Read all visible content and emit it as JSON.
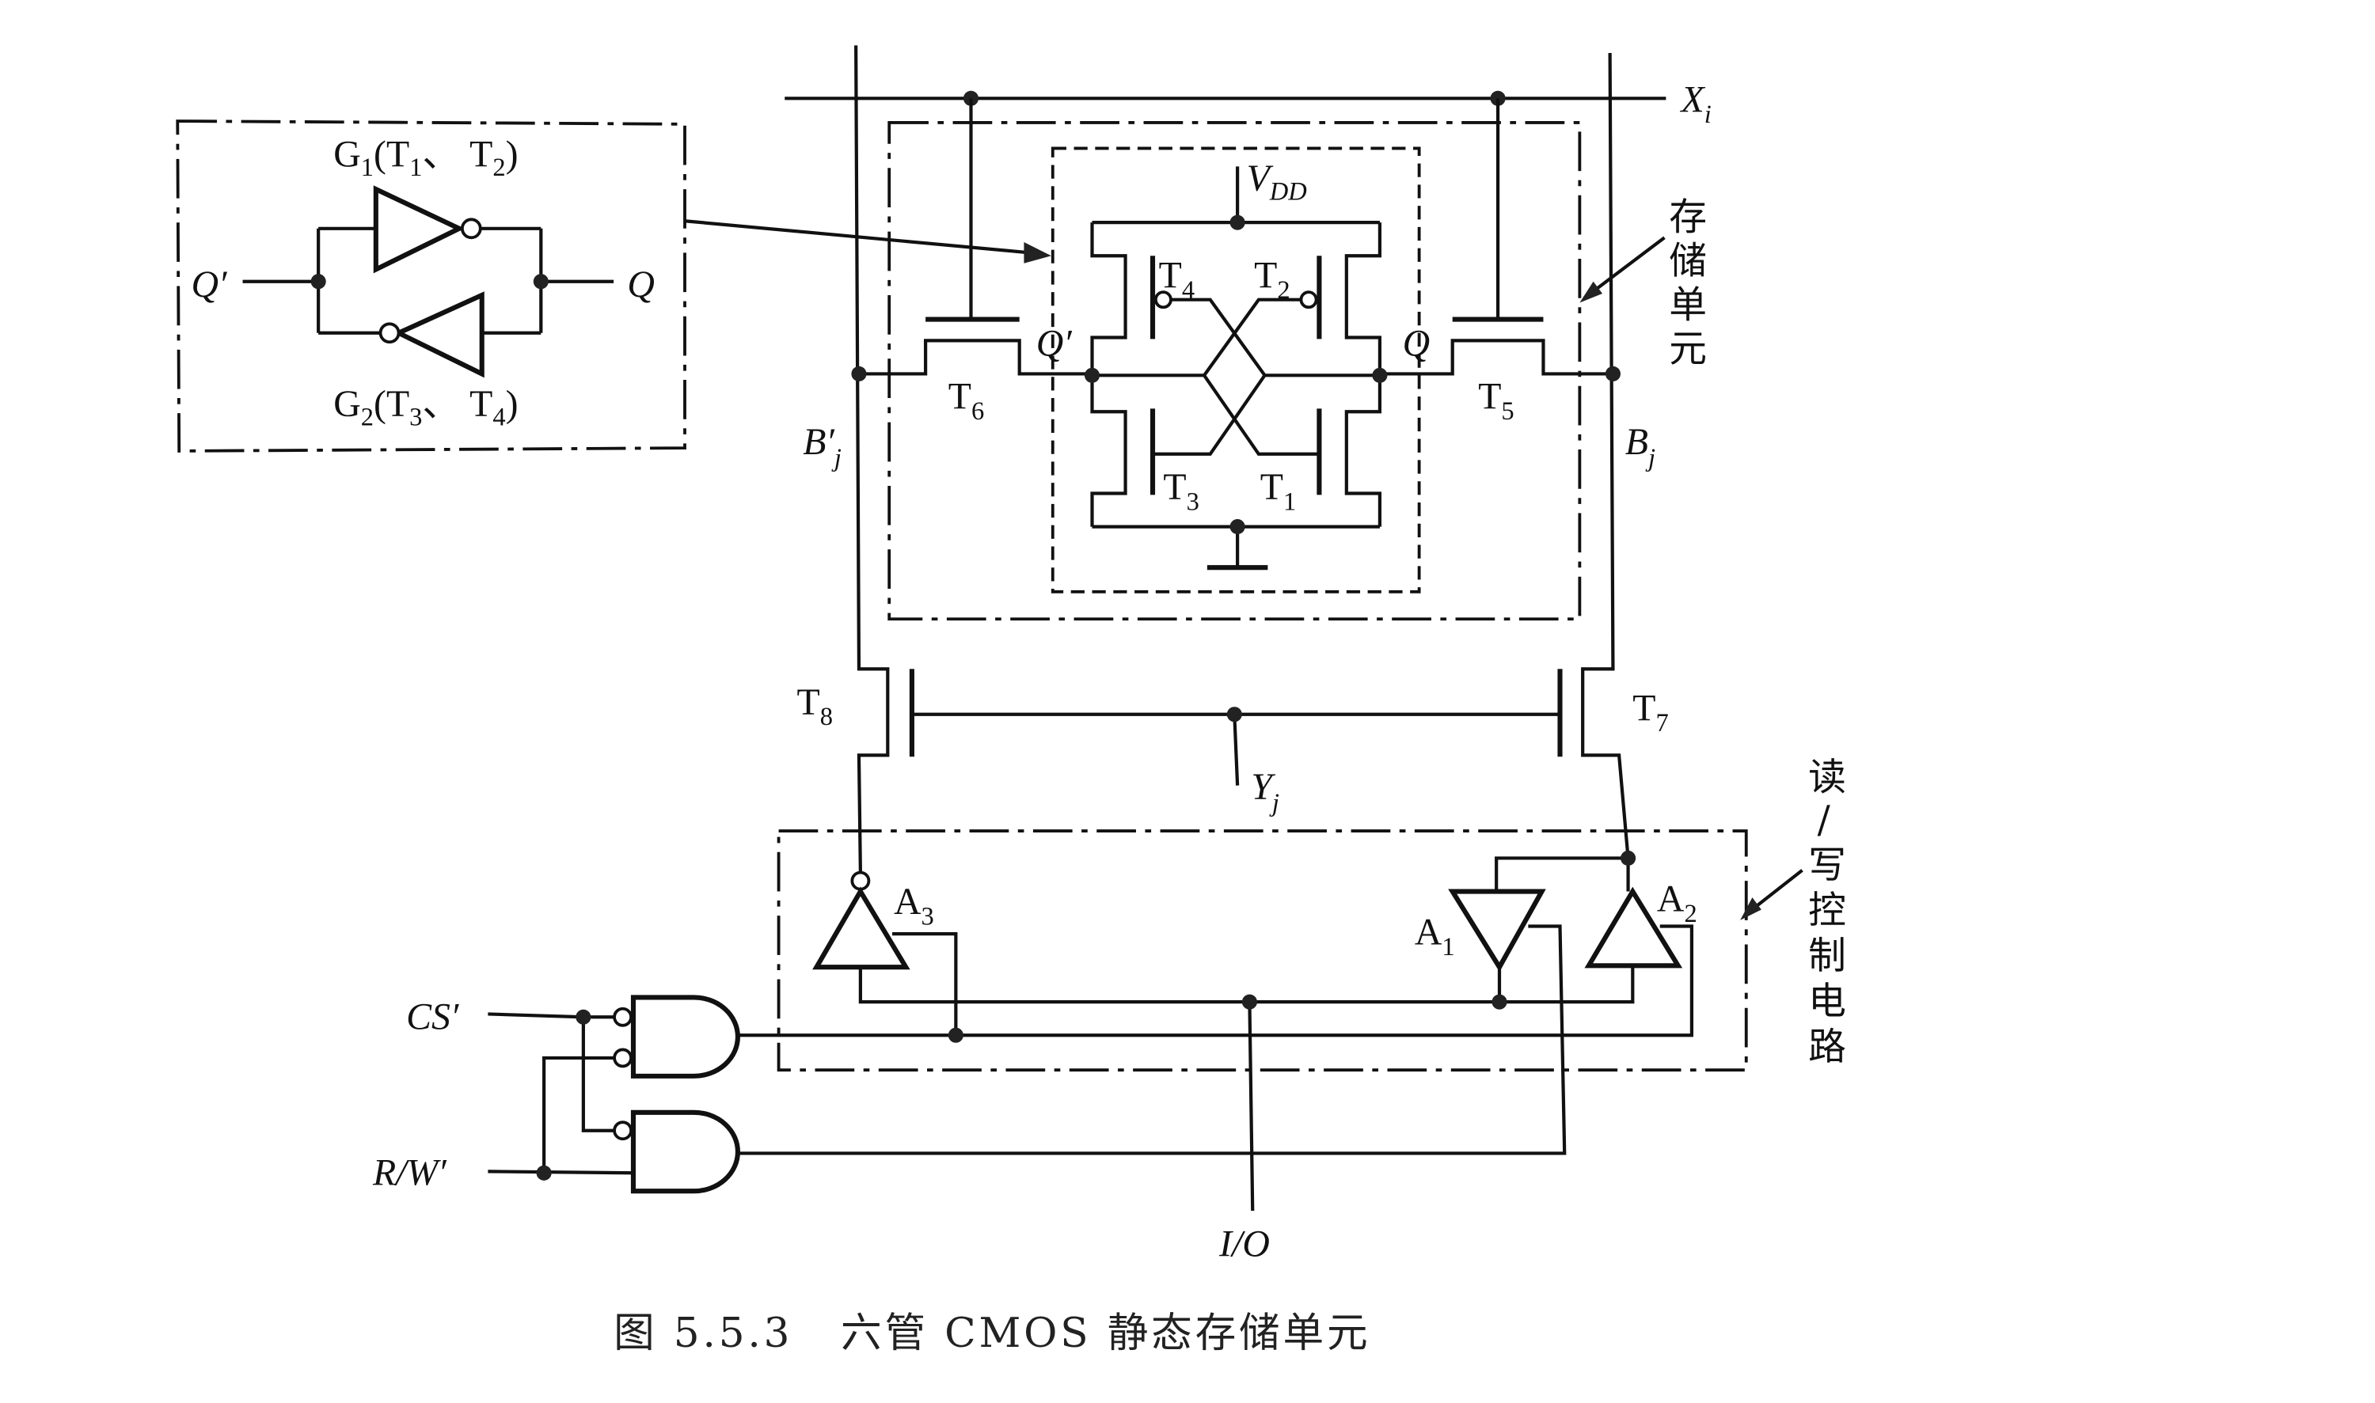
{
  "inset": {
    "g1": {
      "g": "G",
      "gs": "1",
      "open": "(T",
      "t1": "1",
      "mid": "、 T",
      "t2": "2",
      "close": ")"
    },
    "g2": {
      "g": "G",
      "gs": "2",
      "open": "(T",
      "t1": "3",
      "mid": "、 T",
      "t2": "4",
      "close": ")"
    },
    "q_bar": "Q′",
    "q": "Q"
  },
  "cell": {
    "xi": {
      "m": "X",
      "s": "i"
    },
    "vdd": {
      "m": "V",
      "s": "DD"
    },
    "t1": {
      "m": "T",
      "s": "1"
    },
    "t2": {
      "m": "T",
      "s": "2"
    },
    "t3": {
      "m": "T",
      "s": "3"
    },
    "t4": {
      "m": "T",
      "s": "4"
    },
    "t5": {
      "m": "T",
      "s": "5"
    },
    "t6": {
      "m": "T",
      "s": "6"
    },
    "q_bar": "Q′",
    "q": "Q",
    "bj_bar": {
      "m": "B′",
      "s": "j"
    },
    "bj": {
      "m": "B",
      "s": "j"
    },
    "storage_label": [
      "存",
      "储",
      "单",
      "元"
    ]
  },
  "column": {
    "t7": {
      "m": "T",
      "s": "7"
    },
    "t8": {
      "m": "T",
      "s": "8"
    },
    "yj": {
      "m": "Y",
      "s": "j"
    }
  },
  "rw": {
    "a1": {
      "m": "A",
      "s": "1"
    },
    "a2": {
      "m": "A",
      "s": "2"
    },
    "a3": {
      "m": "A",
      "s": "3"
    },
    "cs": "CS′",
    "rw": "R/W′",
    "io": "I/O",
    "label": [
      "读",
      "/",
      "写",
      "控",
      "制",
      "电",
      "路"
    ]
  },
  "caption": "图 5.5.3   六管 CMOS 静态存储单元"
}
